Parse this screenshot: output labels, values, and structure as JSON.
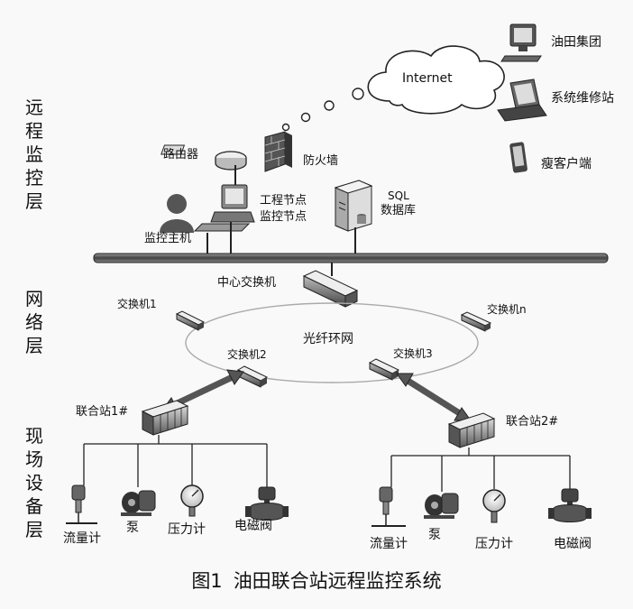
{
  "layers": {
    "remote": "远程监控层",
    "network": "网络层",
    "field": "现场设备层"
  },
  "remote": {
    "internet": "Internet",
    "clients": {
      "oilfield_group": "油田集团",
      "maintenance_station": "系统维修站",
      "thin_client": "瘦客户端"
    },
    "router": "路由器",
    "firewall": "防火墙",
    "engineering_node_line1": "工程节点",
    "engineering_node_line2": "监控节点",
    "sql_line1": "SQL",
    "sql_line2": "数据库",
    "monitor_host": "监控主机"
  },
  "network": {
    "center_switch": "中心交换机",
    "switch1": "交换机1",
    "switch2": "交换机2",
    "switch3": "交换机3",
    "switchn": "交换机n",
    "fiber_ring": "光纤环网"
  },
  "field": {
    "station1": "联合站1#",
    "station2": "联合站2#",
    "left_devices": [
      "流量计",
      "泵",
      "压力计",
      "电磁阀"
    ],
    "right_devices": [
      "流量计",
      "泵",
      "压力计",
      "电磁阀"
    ]
  },
  "caption": {
    "number": "图1",
    "title": "油田联合站远程监控系统"
  }
}
